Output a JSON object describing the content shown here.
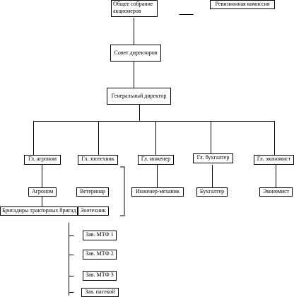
{
  "nodes": {
    "shareholders": "Общее собрание акционеров",
    "audit": "Ревизионная комиссия",
    "board": "Совет директоров",
    "gd": "Генеральный директор",
    "agronomist_chief": "Гл. агроном",
    "zootech_chief": "Гл. зоотехник",
    "engineer_chief": "Гл. инженер",
    "accountant_chief": "Гл. бухгалтер",
    "economist_chief": "Гл. экономист",
    "agronomist": "Агроном",
    "vet": "Ветеринар",
    "mechanic": "Инженер-механик",
    "accountant": "Бухгалтер",
    "economist": "Экономист",
    "brigadiers": "Бригадиры тракторных бригад",
    "zootech": "Зоотехник",
    "mtf1": "Зав. МТФ 1",
    "mtf2": "Зав. МТФ 2",
    "mtf3": "Зав. МТФ 3",
    "apiary": "Зав. пасекой"
  }
}
